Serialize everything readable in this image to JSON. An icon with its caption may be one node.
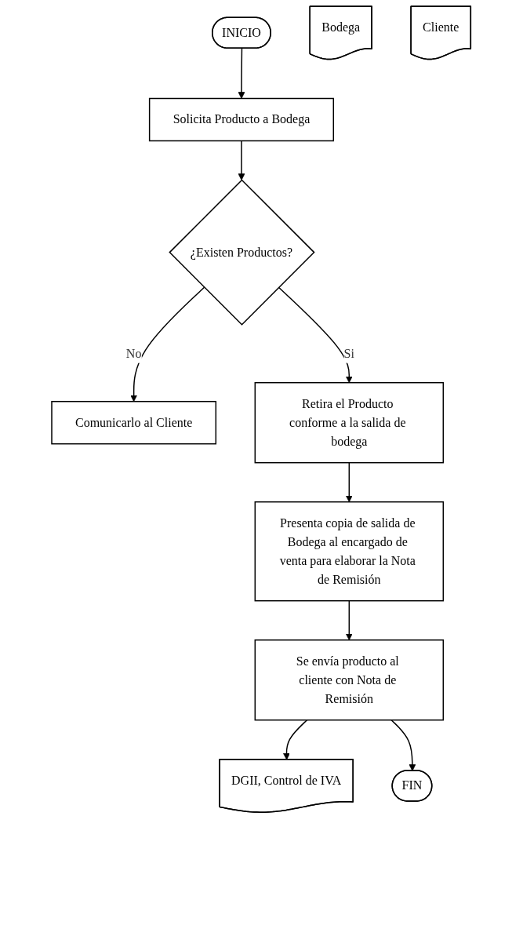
{
  "diagram": {
    "nodes": [
      {
        "text": [
          "INICIO"
        ]
      },
      {
        "text": [
          "Solicita Producto a Bodega"
        ]
      },
      {
        "text": [
          "¿Existen Productos?"
        ]
      },
      {
        "text": [
          "Comunicarlo al Cliente"
        ]
      },
      {
        "text": [
          "Retira el Producto conforme a la salida de bodega"
        ]
      },
      {
        "text": [
          "Presenta copia de salida de Bodega al encargado de venta para elaborar la Nota de Remisión"
        ]
      },
      {
        "text": [
          "Se envía producto al cliente con Nota de Remisión"
        ]
      },
      {
        "text": [
          "Bodega"
        ]
      },
      {
        "text": [
          "Cliente"
        ]
      },
      {
        "text": [
          "DGII, Control de IVA"
        ]
      },
      {
        "text": [
          "FIN"
        ]
      }
    ],
    "edges": [
      {
        "from": 0,
        "to": 1,
        "arrow": "to"
      },
      {
        "from": 1,
        "to": 2,
        "arrow": "to"
      },
      {
        "from": 2,
        "to": 3,
        "arrow": "to",
        "label": "No"
      },
      {
        "from": 2,
        "to": 4,
        "arrow": "to",
        "label": "Si"
      },
      {
        "from": 4,
        "to": 5,
        "arrow": "to"
      },
      {
        "from": 5,
        "to": 6,
        "arrow": "to"
      },
      {
        "from": 6,
        "to": 9,
        "arrow": "to"
      },
      {
        "from": 6,
        "to": 10,
        "arrow": "to"
      }
    ]
  }
}
